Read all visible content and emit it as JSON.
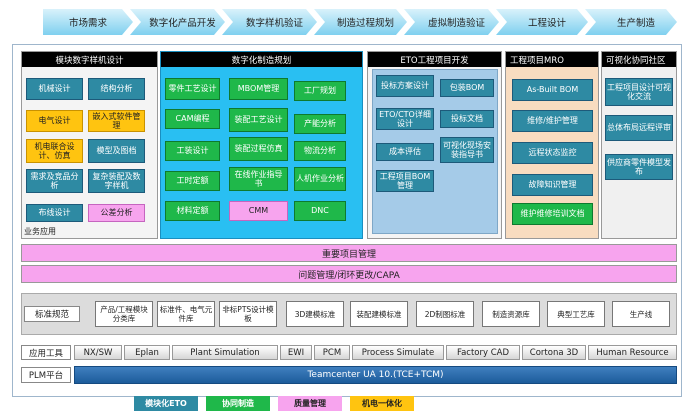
{
  "flow": [
    "市场需求",
    "数字化产品开发",
    "数字样机验证",
    "制造过程规划",
    "虚拟制造验证",
    "工程设计",
    "生产制造"
  ],
  "panels": {
    "module": {
      "title": "模块数字样机设计",
      "cells": [
        "机械设计",
        "结构分析",
        "电气设计",
        "嵌入式软件管理",
        "机电联合设计、仿真",
        "模型及图档",
        "需求及竞品分析",
        "复杂装配及数字样机",
        "布线设计",
        "公差分析"
      ],
      "footer": "业务应用"
    },
    "mfg": {
      "title": "数字化制造规划",
      "cells": [
        "零件工艺设计",
        "MBOM管理",
        "工厂规划",
        "CAM编程",
        "装配工艺设计",
        "产能分析",
        "工装设计",
        "装配过程仿真",
        "物流分析",
        "工时定额",
        "在线作业指导书",
        "人机作业分析",
        "材料定额",
        "CMM",
        "DNC"
      ]
    },
    "eto": {
      "title": "ETO工程项目开发",
      "cells": [
        "投标方案设计",
        "包装BOM",
        "ETO/CTO详细设计",
        "投标文档",
        "成本评估",
        "可视化现场安装指导书",
        "工程项目BOM管理"
      ]
    },
    "mro": {
      "title": "工程项目MRO",
      "cells": [
        "As-Built BOM",
        "维修/维护管理",
        "远程状态监控",
        "故障知识管理",
        "维护维修培训文档"
      ]
    },
    "community": {
      "title": "可视化协同社区",
      "cells": [
        "工程项目设计可视化交流",
        "总体布局远程评审",
        "供应商零件模型发布"
      ]
    }
  },
  "bars": {
    "project": "重要项目管理",
    "capa": "问题管理/闭环更改/CAPA"
  },
  "standards": {
    "label": "标准规范",
    "items": [
      "产品/工程模块分类库",
      "标准件、电气元件库",
      "非标PTS设计模板",
      "3D建模标准",
      "装配建模标准",
      "2D制图标准",
      "制造资源库",
      "典型工艺库",
      "生产线"
    ]
  },
  "tools": {
    "label": "应用工具",
    "items": [
      "NX/SW",
      "Eplan",
      "Plant  Simulation",
      "EWI",
      "PCM",
      "Process Simulate",
      "Factory CAD",
      "Cortona 3D",
      "Human Resource"
    ]
  },
  "plm": {
    "label": "PLM平台",
    "value": "Teamcenter UA 10.(TCE+TCM)"
  },
  "legend": [
    "模块化ETO",
    "协同制造",
    "质量管理",
    "机电一体化"
  ],
  "colors": {
    "teal": "#2e8aa3",
    "green": "#1fb84a",
    "pink": "#f7a4ee",
    "yellow": "#ffc410",
    "border_blue": "#3a7fc1",
    "plm_blue": "#1d5c9b"
  }
}
